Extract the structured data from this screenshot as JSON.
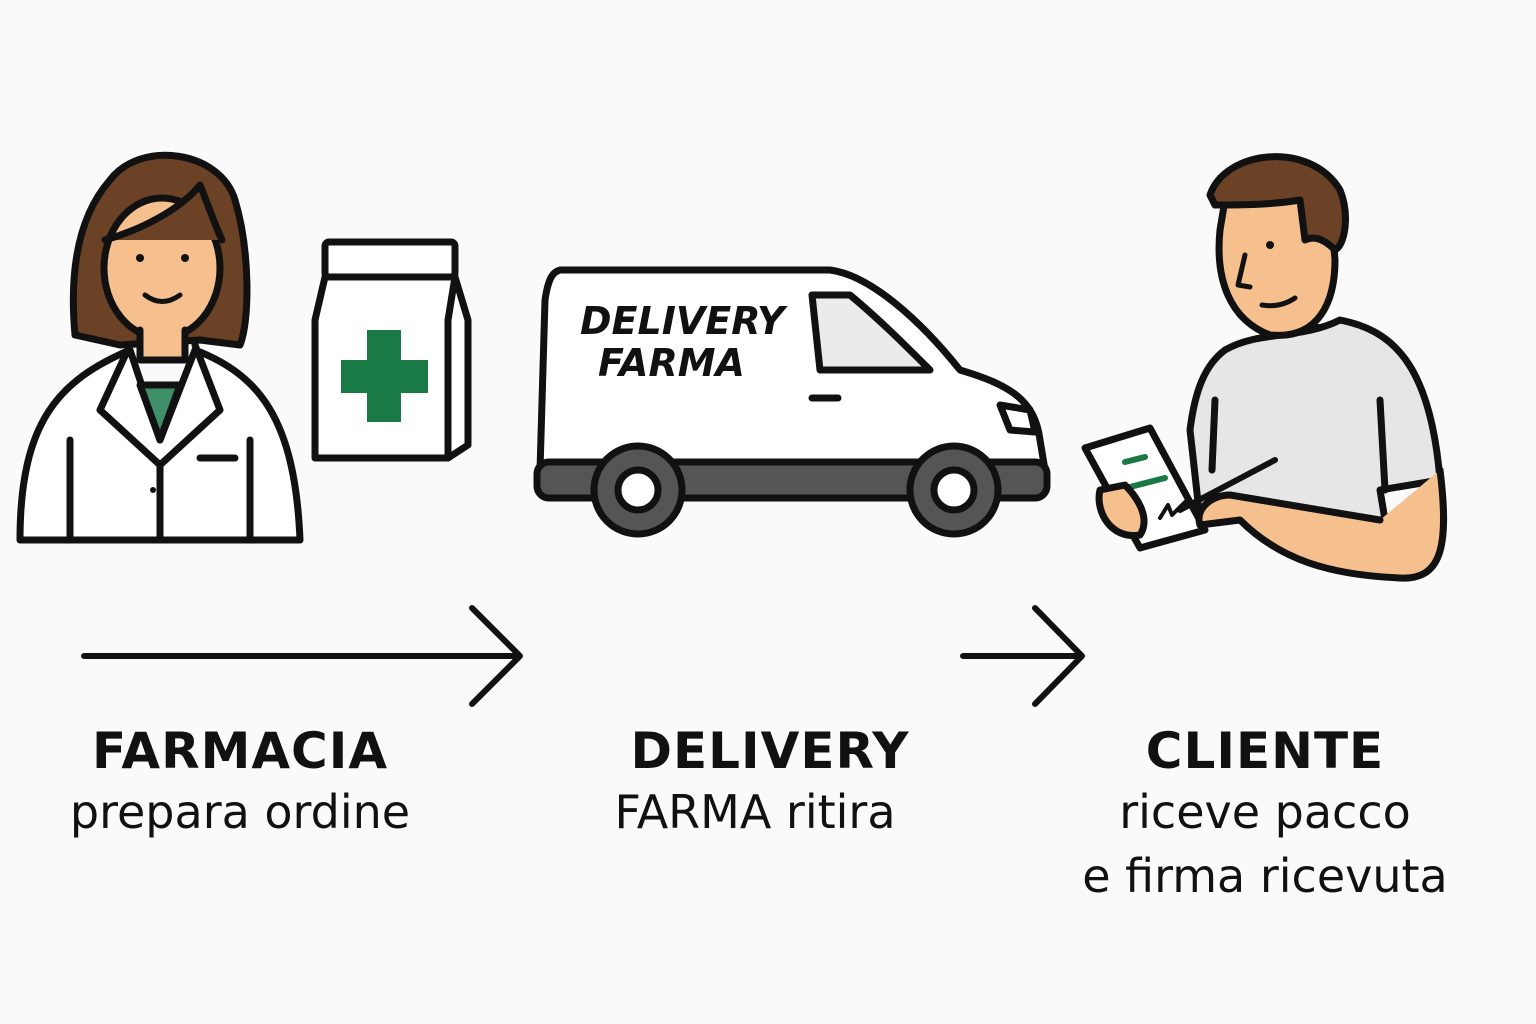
{
  "steps": [
    {
      "title": "FARMACIA",
      "lines": [
        "prepara ordine"
      ]
    },
    {
      "title": "DELIVERY",
      "lines": [
        "FARMA ritira"
      ]
    },
    {
      "title": "CLIENTE",
      "lines": [
        "riceve pacco",
        "e firma ricevuta"
      ]
    }
  ],
  "van_text": [
    "DELIVERY",
    "FARMA"
  ],
  "icons": [
    "pharmacist-icon",
    "medicine-bag-icon",
    "delivery-van-icon",
    "customer-signing-icon",
    "arrow-right-icon"
  ],
  "colors": {
    "green": "#1a7a45",
    "skin": "#f5c08e",
    "hair": "#6b4226",
    "stroke": "#111111",
    "shirt": "#e6e6e6"
  }
}
